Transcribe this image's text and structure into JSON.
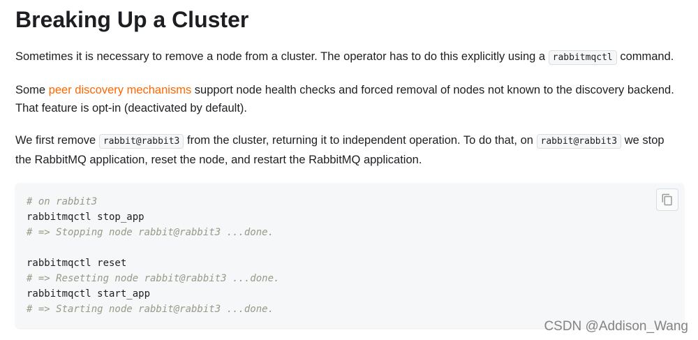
{
  "theme": {
    "text_color": "#1c1e21",
    "link_color": "#ff6600",
    "code_background": "#f6f7f8",
    "comment_color": "#999988"
  },
  "article": {
    "heading": "Breaking Up a Cluster",
    "intro": {
      "text_before": "Sometimes it is necessary to remove a node from a cluster. The operator has to do this explicitly using a",
      "code": "rabbitmqctl",
      "text_after": "command."
    },
    "health_checks": {
      "text_before": "Some",
      "link_label": "peer discovery mechanisms",
      "text_after": "support node health checks and forced removal of nodes not known to the discovery backend.",
      "text_line2": "That feature is opt-in (deactivated by default)."
    },
    "remove_node": {
      "text_1": "We first remove",
      "code_1": "rabbit@rabbit3",
      "text_2": "from the cluster, returning it to independent operation. To do that, on",
      "code_2": "rabbit@rabbit3",
      "text_3": "we stop",
      "text_line2": "the RabbitMQ application, reset the node, and restart the RabbitMQ application."
    },
    "code_block": {
      "lines": [
        "# on rabbit3",
        "rabbitmqctl stop_app",
        "# => Stopping node rabbit@rabbit3 ...done.",
        "",
        "rabbitmqctl reset",
        "# => Resetting node rabbit@rabbit3 ...done.",
        "rabbitmqctl start_app",
        "# => Starting node rabbit@rabbit3 ...done."
      ],
      "copy_button_icon": "copy-icon"
    }
  },
  "watermark": {
    "text": "CSDN @Addison_Wang"
  }
}
